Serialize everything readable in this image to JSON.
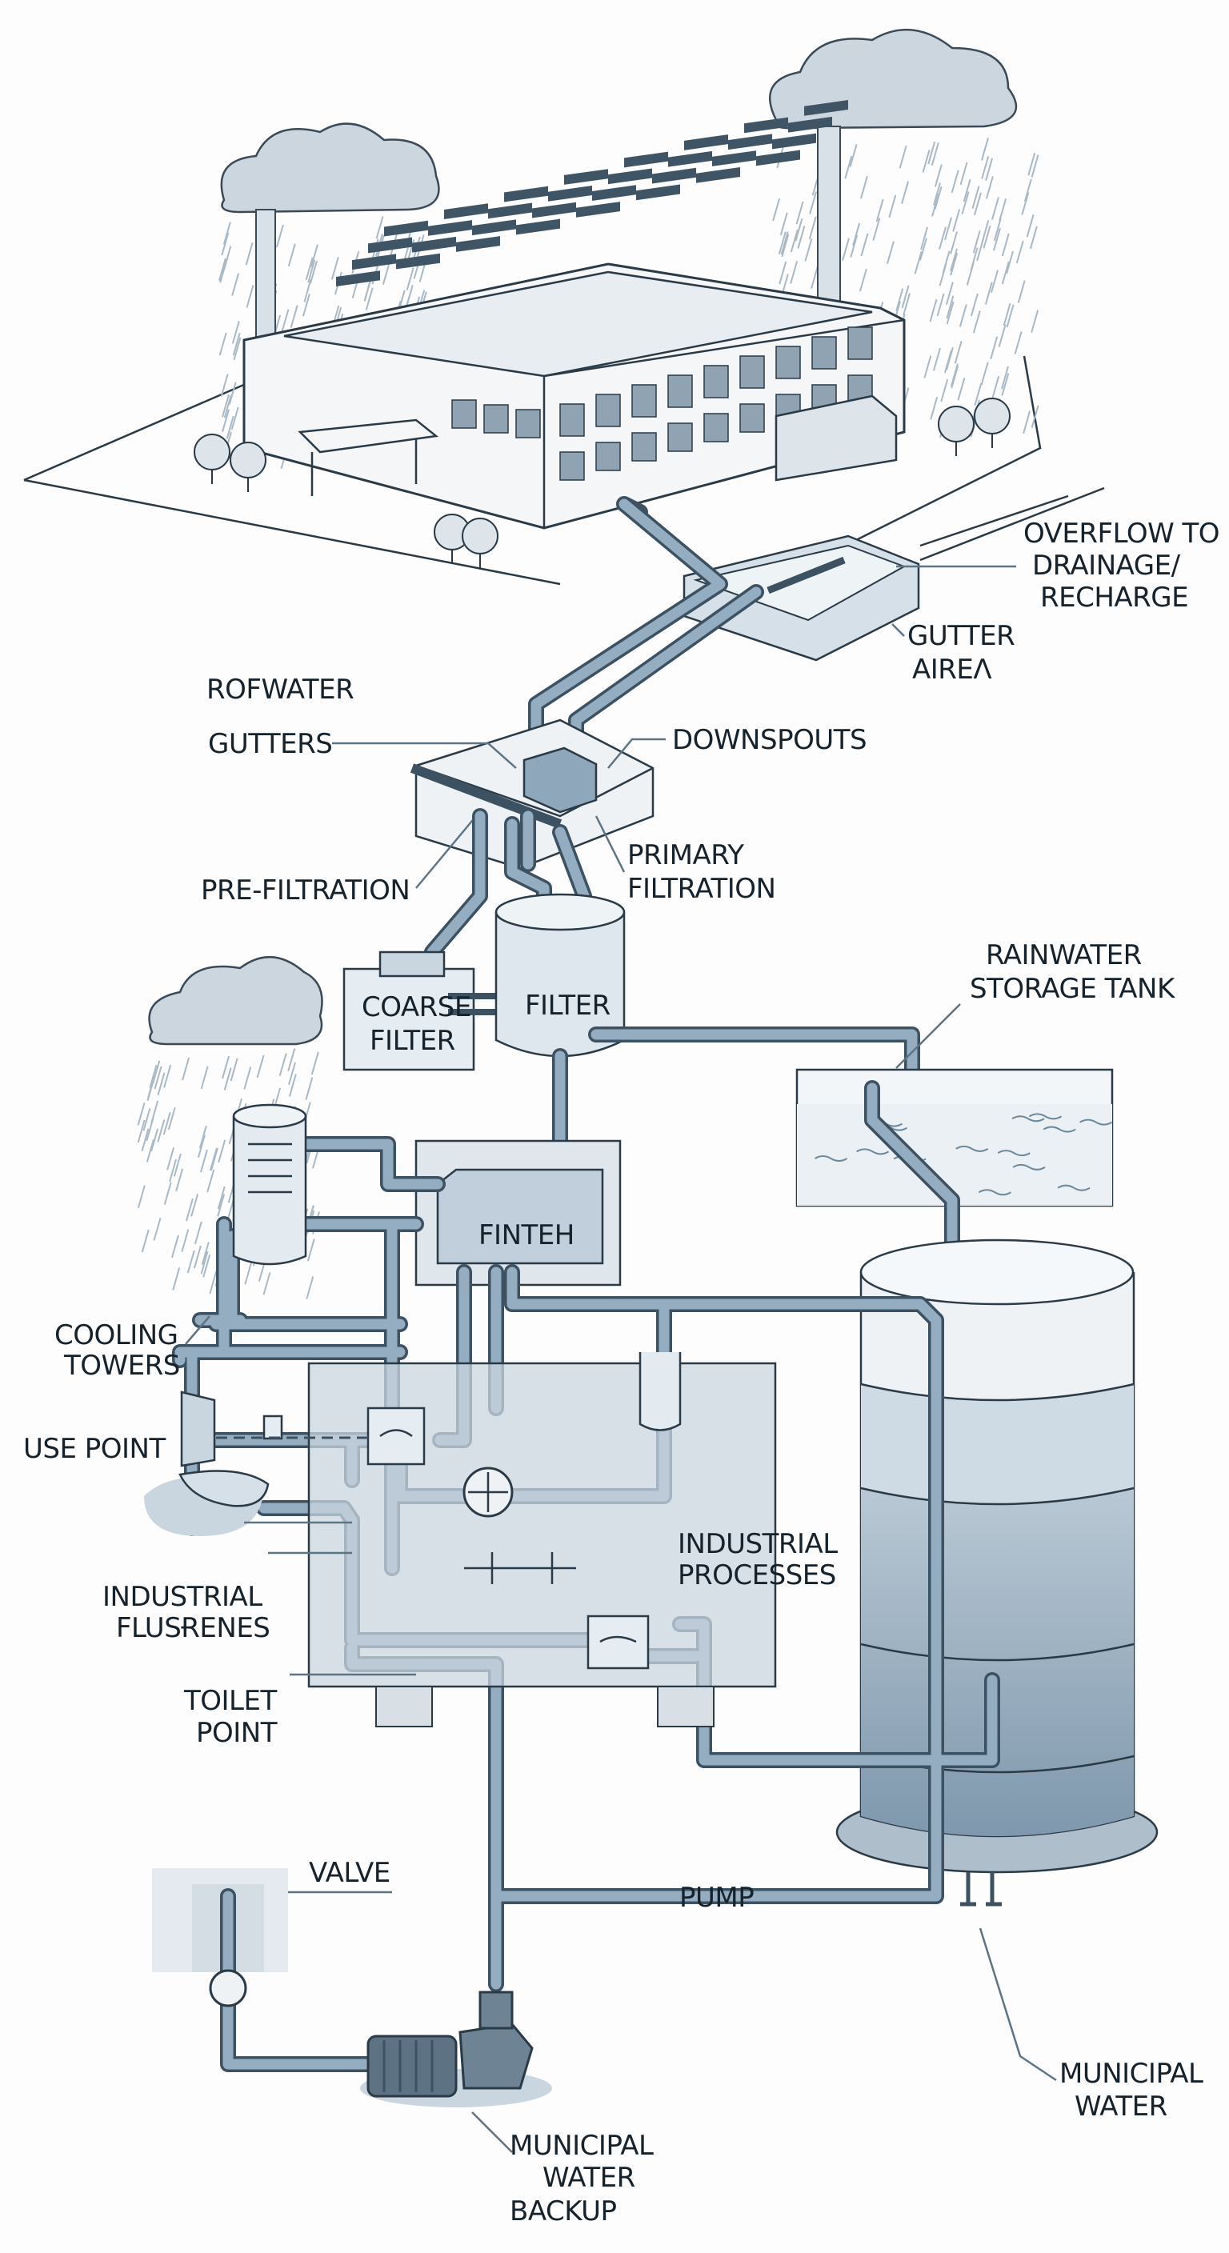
{
  "title": "",
  "labels": {
    "overflow": [
      "OVERFLOW TO",
      "DRAINAGE/",
      "RECHARGE"
    ],
    "gutter_aire": [
      "GUTTER",
      "AIREɅ"
    ],
    "rofwater": "ROFWATER",
    "gutters": "GUTTERS",
    "downspouts": "DOWNSPOUTS",
    "pre_filtration": "PRE-FILTRATION",
    "primary_filtration": [
      "PRIMARY",
      "FILTRATION"
    ],
    "coarse_filter": [
      "COARSE",
      "FILTER"
    ],
    "filter": "FILTER",
    "rainwater_storage_tank": [
      "RAINWATER",
      "STORAGE TANK"
    ],
    "finteh": "FINTEH",
    "cooling_towers": [
      "COOLING",
      "TOWERS"
    ],
    "use_point": "USE POINT",
    "industrial_flusenes": [
      "INDUSTRIAL",
      "FLUSɌENES"
    ],
    "industrial_processes": [
      "INDUSTRIAL",
      "PROCESSES"
    ],
    "toilet_point": [
      "TOILET",
      "POINT"
    ],
    "valve": "VALVE",
    "pump": "PUMP",
    "municipal_water": [
      "MUNICIPAL",
      "WATER"
    ],
    "municipal_water_backup": [
      "MUNICIPAL",
      "WATER",
      "BACKUP"
    ]
  },
  "colors": {
    "pipe_fill": "#94adc0",
    "pipe_outline": "#3c5262",
    "water": "#8fa6ba",
    "cloud": "#c9d3dc",
    "text": "#16222c"
  }
}
